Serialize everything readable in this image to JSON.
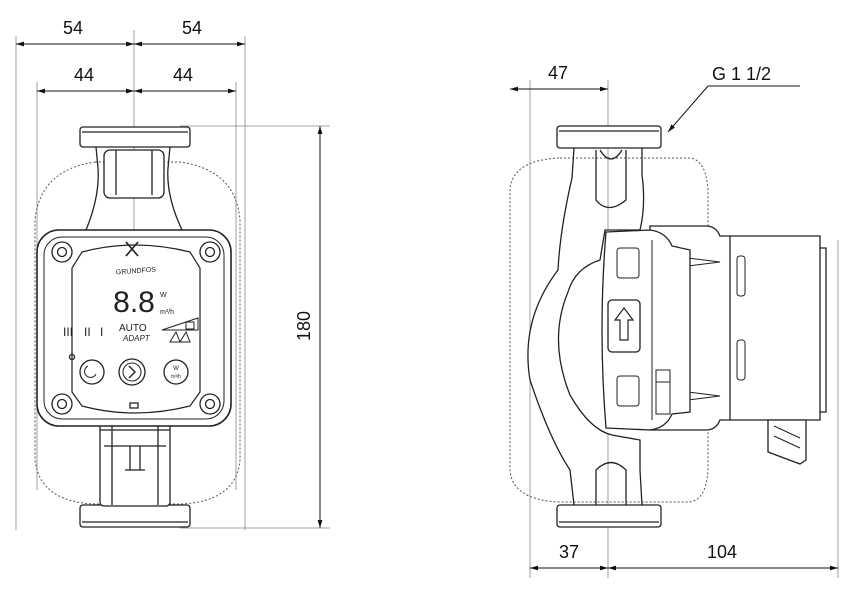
{
  "dimensions": {
    "front_top_left": "54",
    "front_top_right": "54",
    "front_inner_left": "44",
    "front_inner_right": "44",
    "front_height": "180",
    "side_top": "47",
    "side_bottom_left": "37",
    "side_bottom_right": "104",
    "thread": "G 1 1/2"
  },
  "display": {
    "brand": "GRUNDFOS",
    "digits": "8.8",
    "unit_w": "W",
    "unit_flow": "m³/h",
    "levels": [
      "III",
      "II",
      "I"
    ],
    "auto": "AUTO",
    "adapt": "ADAPT",
    "btn_w": "W",
    "btn_w_sub": "m³/h"
  }
}
